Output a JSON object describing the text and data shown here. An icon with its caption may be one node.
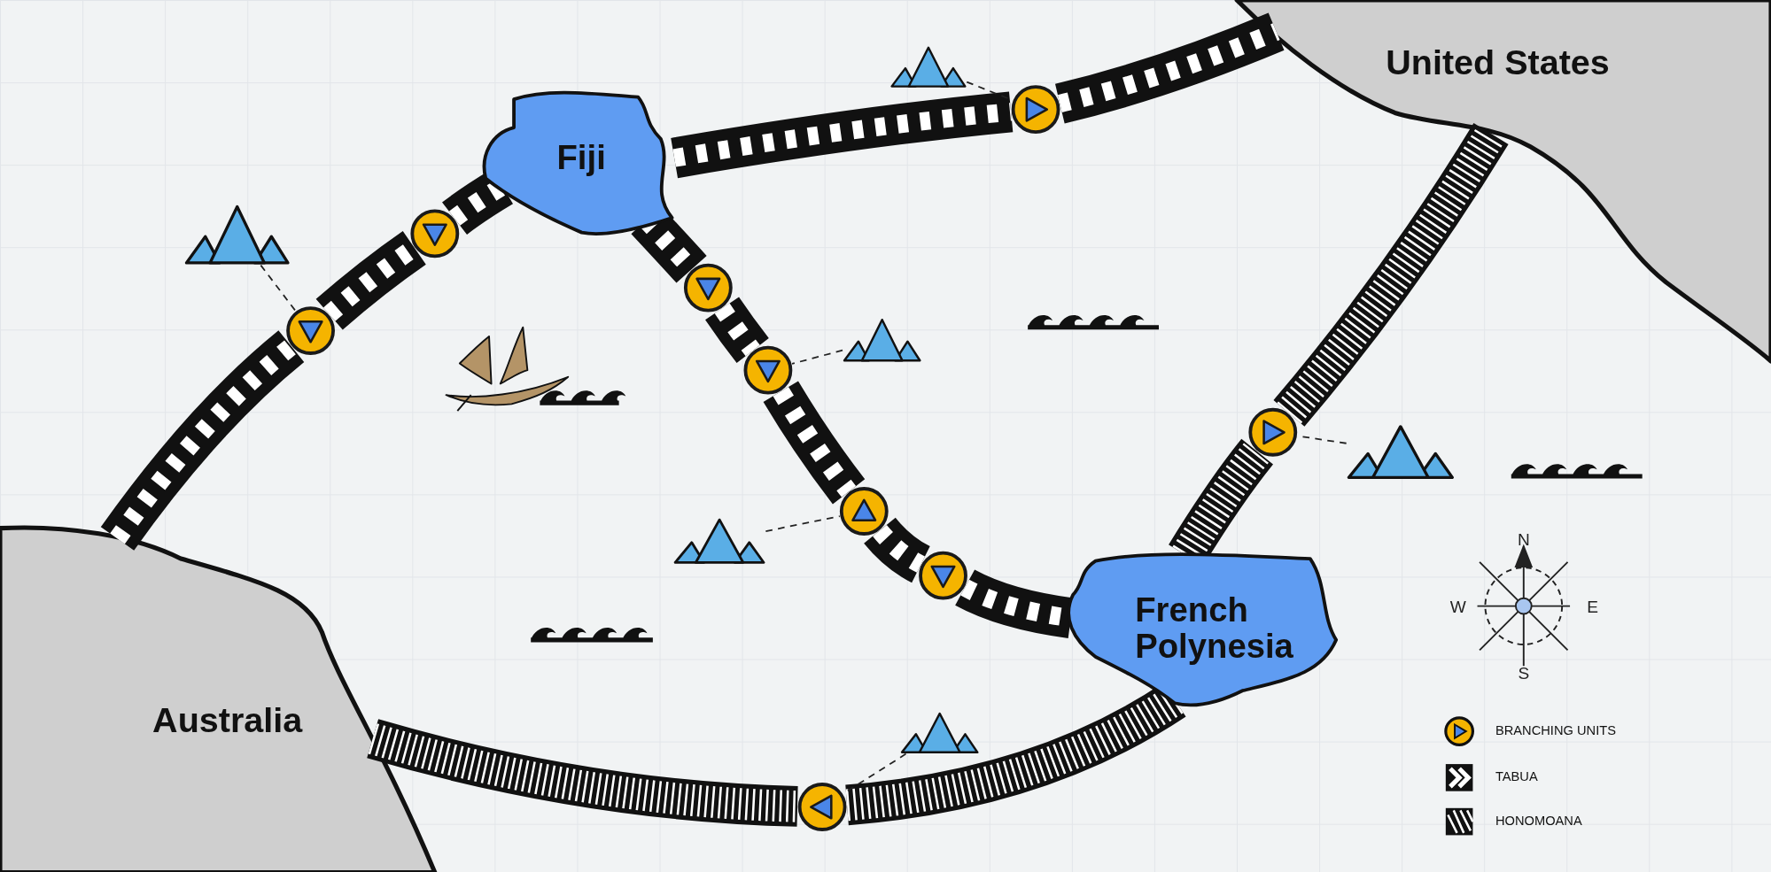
{
  "diagram": {
    "nodes": [
      {
        "text": [
          "Fiji"
        ]
      },
      {
        "text": [
          "United States"
        ]
      },
      {
        "text": [
          "Australia"
        ]
      },
      {
        "text": [
          "French Polynesia"
        ]
      },
      {
        "text": [],
        "shape": "mountain"
      },
      {
        "text": [],
        "shape": "mountain"
      },
      {
        "text": [],
        "shape": "mountain"
      },
      {
        "text": [],
        "shape": "mountain"
      },
      {
        "text": [],
        "shape": "mountain"
      },
      {
        "text": [],
        "shape": "mountain"
      },
      {
        "text": [],
        "shape": "circle"
      },
      {
        "text": [],
        "shape": "circle"
      },
      {
        "text": [],
        "shape": "circle"
      },
      {
        "text": [],
        "shape": "circle"
      },
      {
        "text": [],
        "shape": "circle"
      },
      {
        "text": [],
        "shape": "circle"
      },
      {
        "text": [],
        "shape": "circle"
      },
      {
        "text": [],
        "shape": "circle"
      },
      {
        "text": [],
        "shape": "circle"
      }
    ],
    "edges": [
      {
        "from": 2,
        "to": 12,
        "arrow": "none"
      },
      {
        "from": 12,
        "to": 11,
        "arrow": "none"
      },
      {
        "from": 11,
        "to": 0,
        "arrow": "none"
      },
      {
        "from": 0,
        "to": 10,
        "arrow": "none"
      },
      {
        "from": 10,
        "to": 1,
        "arrow": "none"
      },
      {
        "from": 0,
        "to": 13,
        "arrow": "none"
      },
      {
        "from": 13,
        "to": 14,
        "arrow": "none"
      },
      {
        "from": 14,
        "to": 16,
        "arrow": "none"
      },
      {
        "from": 16,
        "to": 17,
        "arrow": "none"
      },
      {
        "from": 17,
        "to": 3,
        "arrow": "none"
      },
      {
        "from": 3,
        "to": 15,
        "arrow": "none"
      },
      {
        "from": 15,
        "to": 1,
        "arrow": "none"
      },
      {
        "from": 2,
        "to": 18,
        "arrow": "none"
      },
      {
        "from": 18,
        "to": 3,
        "arrow": "none"
      },
      {
        "from": 4,
        "to": 10,
        "arrow": "none",
        "style": "dashed"
      },
      {
        "from": 5,
        "to": 12,
        "arrow": "none",
        "style": "dashed"
      },
      {
        "from": 6,
        "to": 14,
        "arrow": "none",
        "style": "dashed"
      },
      {
        "from": 7,
        "to": 15,
        "arrow": "none",
        "style": "dashed"
      },
      {
        "from": 8,
        "to": 16,
        "arrow": "none",
        "style": "dashed"
      },
      {
        "from": 9,
        "to": 18,
        "arrow": "none",
        "style": "dashed"
      }
    ],
    "labels": [
      "N",
      "W",
      "E",
      "S"
    ],
    "legend": [
      {
        "text": "BRANCHING UNITS"
      },
      {
        "text": "TABUA"
      },
      {
        "text": "HONOMOANA"
      }
    ]
  }
}
